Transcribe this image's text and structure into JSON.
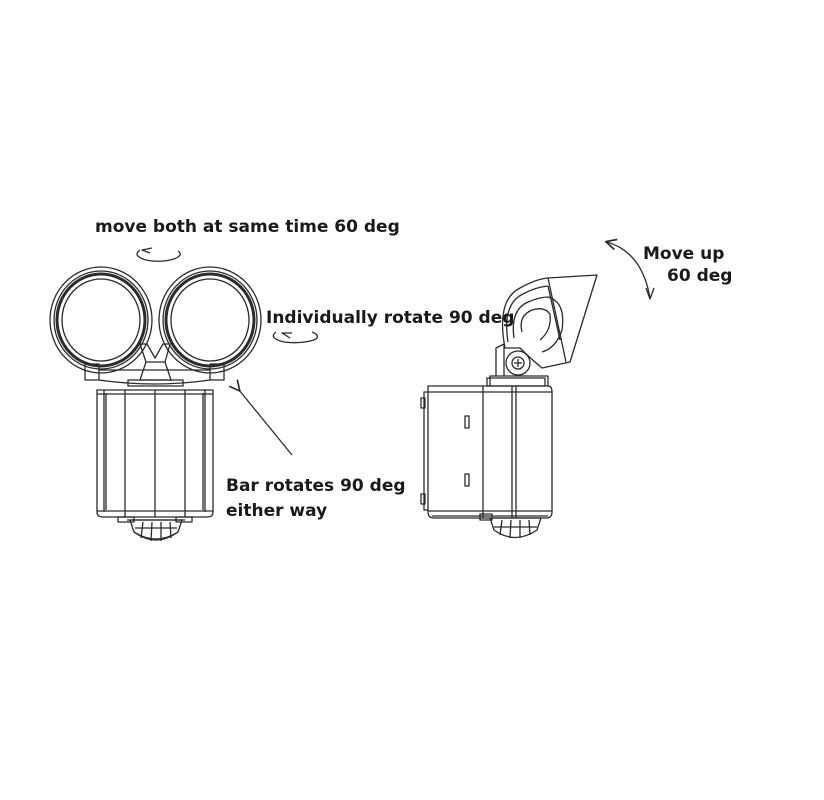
{
  "annotations": {
    "move_both": "move both at same time 60 deg",
    "individually_rotate": "Individually rotate 90 deg",
    "bar_rotates_line1": "Bar rotates 90 deg",
    "bar_rotates_line2": "either way",
    "move_up_line1": "Move up",
    "move_up_line2": "60 deg"
  },
  "colors": {
    "line": "#2b2b2b",
    "text": "#1a1a1a",
    "background": "#ffffff"
  }
}
